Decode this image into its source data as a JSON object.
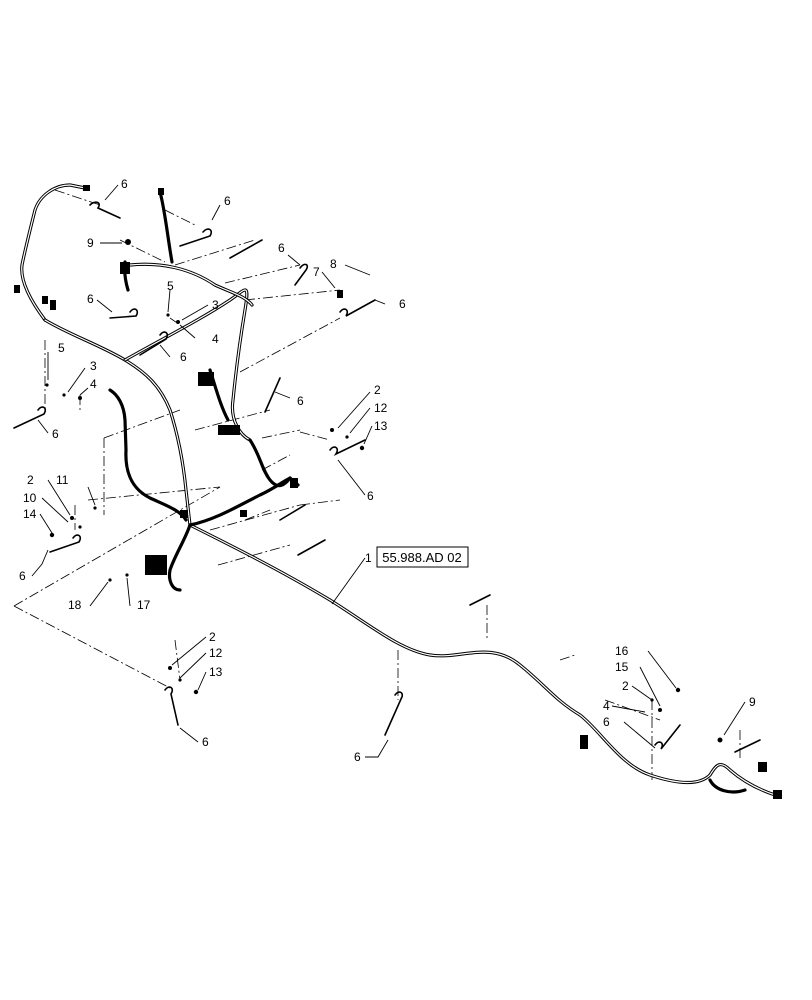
{
  "reference_label": "55.988.AD 02",
  "callouts": [
    {
      "id": "c1",
      "text": "6"
    },
    {
      "id": "c2",
      "text": "6"
    },
    {
      "id": "c3",
      "text": "9"
    },
    {
      "id": "c4",
      "text": "6"
    },
    {
      "id": "c5",
      "text": "7"
    },
    {
      "id": "c6",
      "text": "8"
    },
    {
      "id": "c7",
      "text": "6"
    },
    {
      "id": "c8",
      "text": "6"
    },
    {
      "id": "c9",
      "text": "5"
    },
    {
      "id": "c10",
      "text": "3"
    },
    {
      "id": "c11",
      "text": "4"
    },
    {
      "id": "c12",
      "text": "6"
    },
    {
      "id": "c13",
      "text": "5"
    },
    {
      "id": "c14",
      "text": "3"
    },
    {
      "id": "c15",
      "text": "4"
    },
    {
      "id": "c16",
      "text": "6"
    },
    {
      "id": "c17",
      "text": "6"
    },
    {
      "id": "c18",
      "text": "2"
    },
    {
      "id": "c19",
      "text": "12"
    },
    {
      "id": "c20",
      "text": "13"
    },
    {
      "id": "c21",
      "text": "6"
    },
    {
      "id": "c22",
      "text": "2"
    },
    {
      "id": "c23",
      "text": "11"
    },
    {
      "id": "c24",
      "text": "10"
    },
    {
      "id": "c25",
      "text": "14"
    },
    {
      "id": "c26",
      "text": "6"
    },
    {
      "id": "c27",
      "text": "1"
    },
    {
      "id": "c28",
      "text": "18"
    },
    {
      "id": "c29",
      "text": "17"
    },
    {
      "id": "c30",
      "text": "2"
    },
    {
      "id": "c31",
      "text": "12"
    },
    {
      "id": "c32",
      "text": "13"
    },
    {
      "id": "c33",
      "text": "6"
    },
    {
      "id": "c34",
      "text": "6"
    },
    {
      "id": "c35",
      "text": "16"
    },
    {
      "id": "c36",
      "text": "15"
    },
    {
      "id": "c37",
      "text": "2"
    },
    {
      "id": "c38",
      "text": "4"
    },
    {
      "id": "c39",
      "text": "6"
    },
    {
      "id": "c40",
      "text": "9"
    }
  ]
}
